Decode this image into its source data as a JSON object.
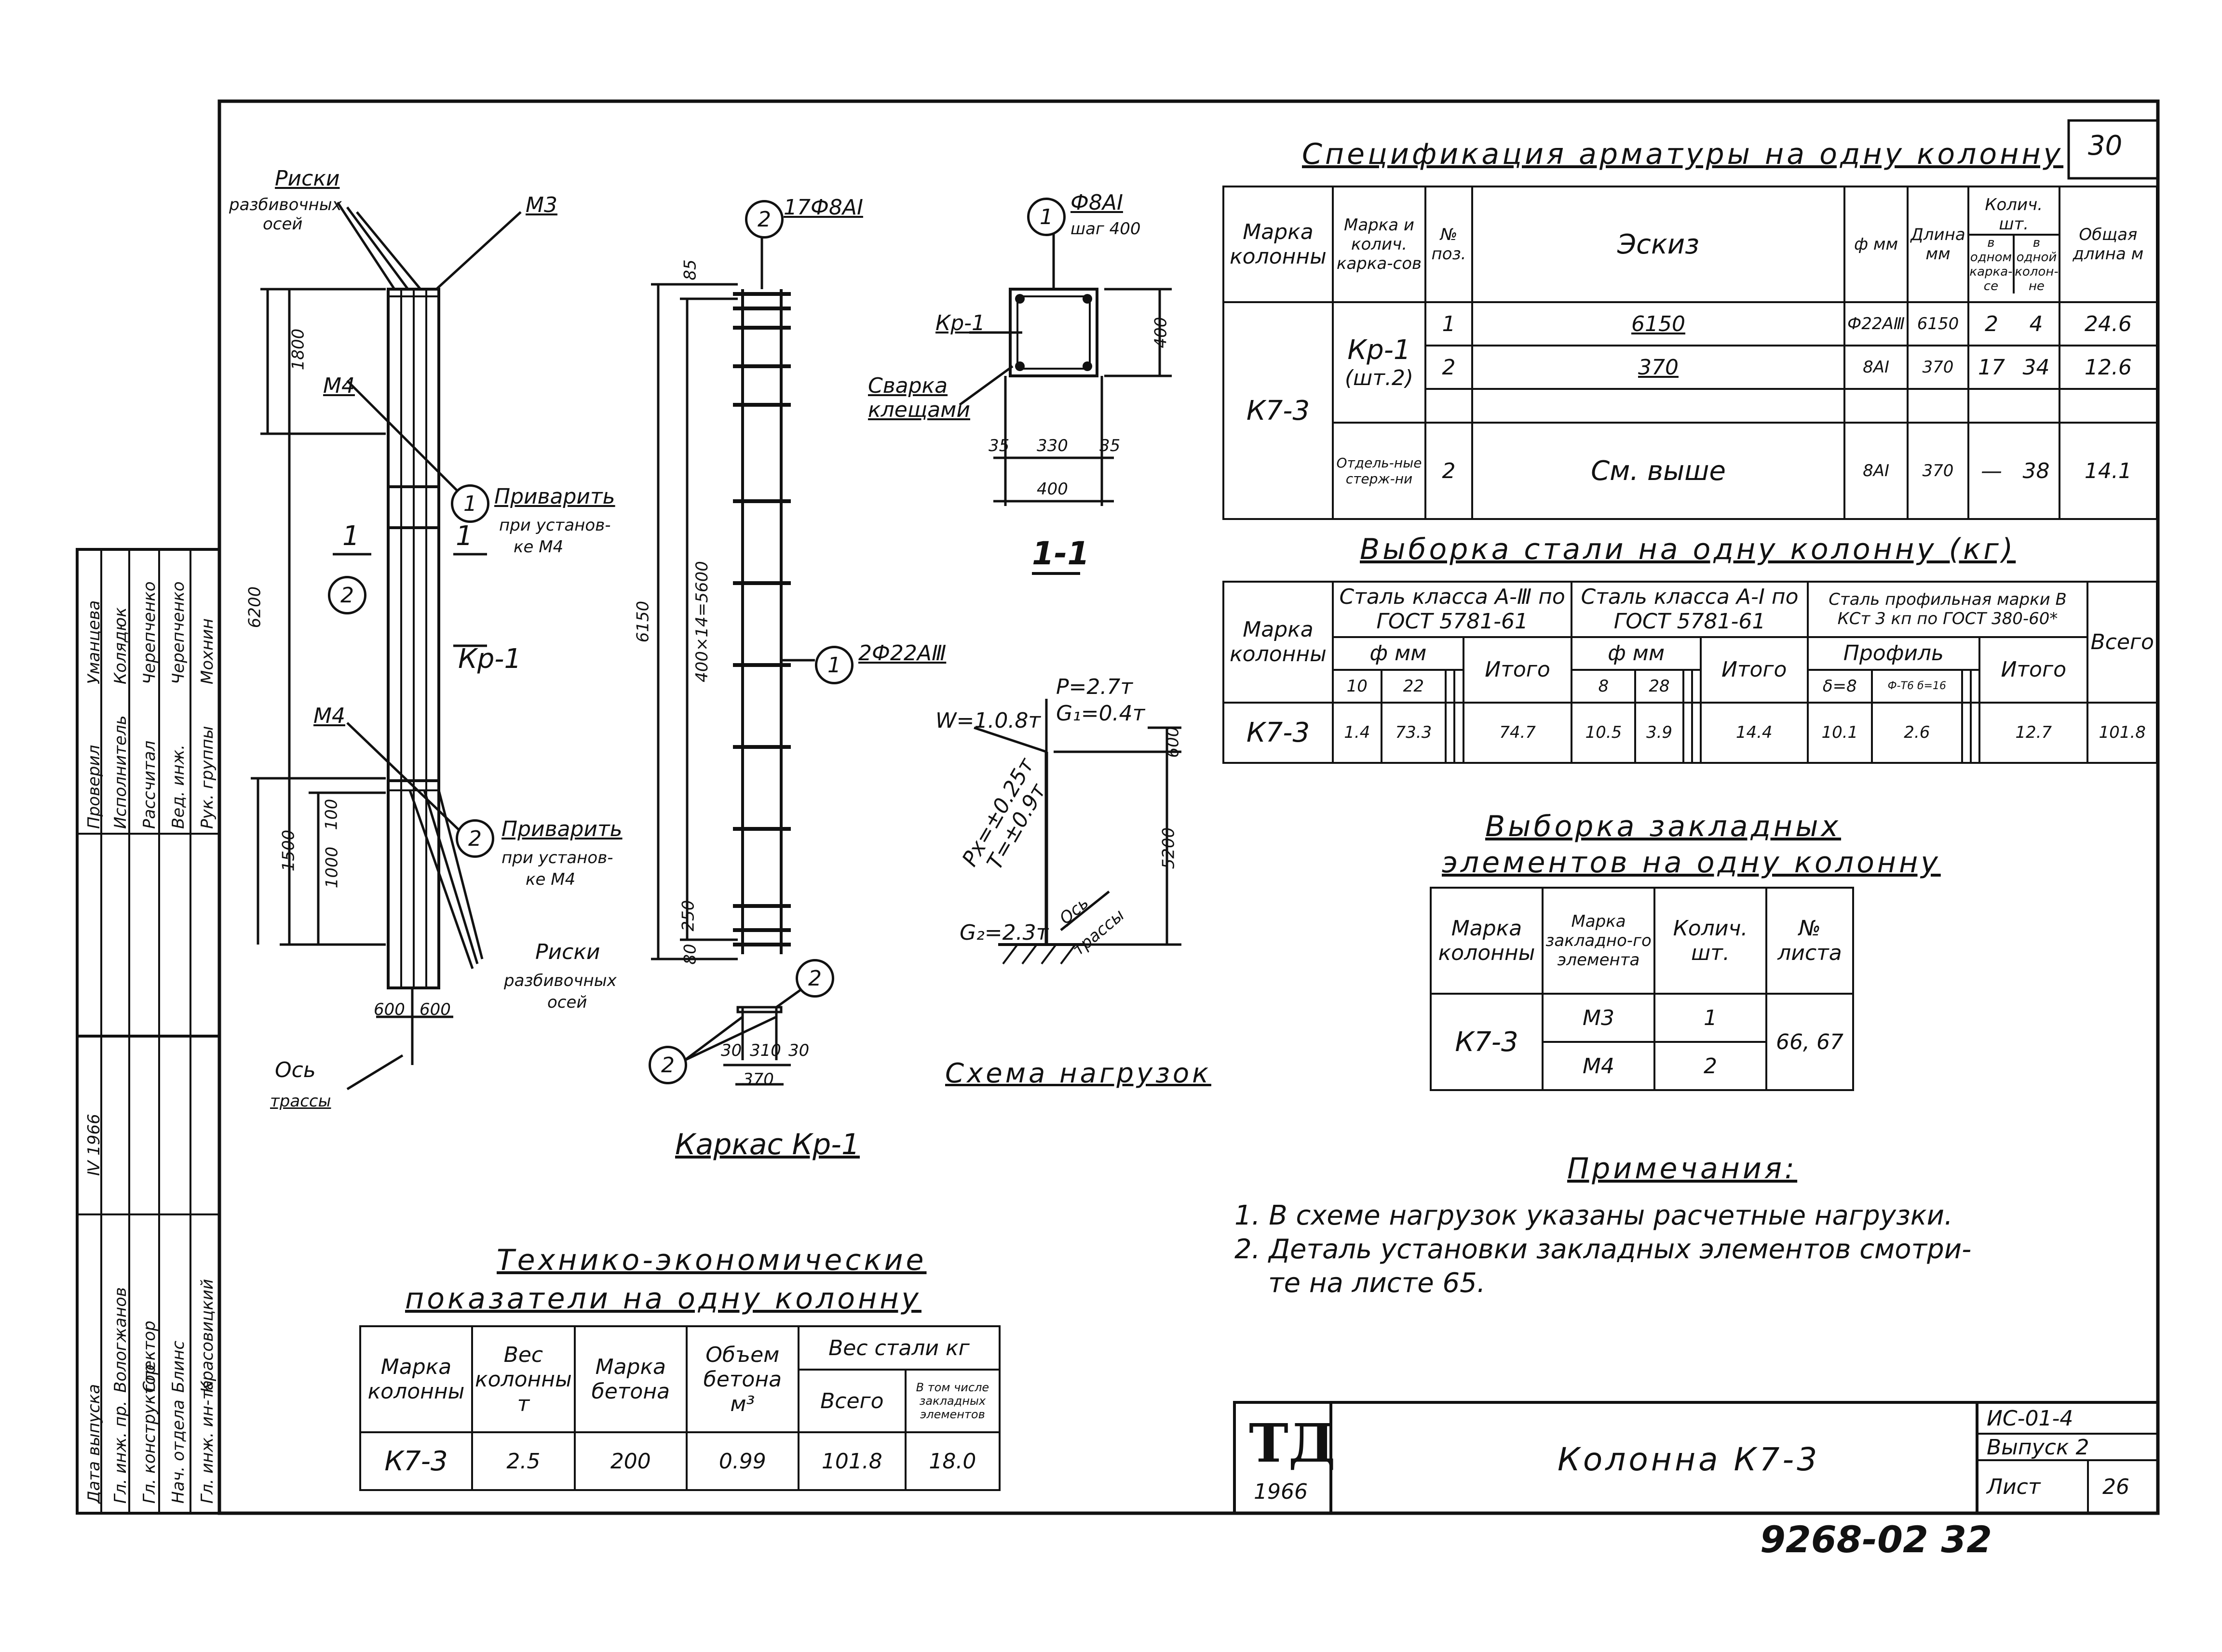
{
  "sheet_number": "30",
  "spec": {
    "title": "Спецификация арматуры на одну колонну",
    "headers": {
      "col_mark": "Марка колонны",
      "frame_mark": "Марка и колич. карка-сов",
      "pos": "№ поз.",
      "sketch": "Эскиз",
      "diam": "ф мм",
      "length": "Длина мм",
      "qty": "Колич. шт.",
      "qty_frame": "в одном карка-се",
      "qty_col": "в одной колон-не",
      "total_len": "Общая длина м"
    },
    "column": "К7-3",
    "frame": "Кр-1",
    "frame_qty": "(шт.2)",
    "rows": [
      {
        "pos": "1",
        "sketch": "6150",
        "diam": "Ф22АⅢ",
        "length": "6150",
        "qf": "2",
        "qc": "4",
        "total": "24.6"
      },
      {
        "pos": "2",
        "sketch": "370",
        "diam": "8АⅠ",
        "length": "370",
        "qf": "17",
        "qc": "34",
        "total": "12.6"
      },
      {
        "pos": "2",
        "sketch": "См. выше",
        "diam": "8АⅠ",
        "length": "370",
        "qf": "—",
        "qc": "38",
        "total": "14.1"
      }
    ],
    "separate": "Отдель-ные стерж-ни"
  },
  "steel": {
    "title": "Выборка стали на одну колонну (кг)",
    "col_mark": "Марка колонны",
    "class3": "Сталь класса А-Ⅲ по ГОСТ 5781-61",
    "class1": "Сталь класса А-Ⅰ по ГОСТ 5781-61",
    "profile": "Сталь профильная марки В КСт 3 кп по ГОСТ 380-60*",
    "phi_mm": "ф мм",
    "profile_label": "Профиль",
    "itogo": "Итого",
    "vsego": "Всего",
    "d10": "10",
    "d22": "22",
    "d8": "8",
    "d28": "28",
    "ps": "δ=8",
    "pt": "Ф-Т6 б=16",
    "row": {
      "mark": "К7-3",
      "v10": "1.4",
      "v22": "73.3",
      "it1": "74.7",
      "v8": "10.5",
      "v28": "3.9",
      "it2": "14.4",
      "vp1": "10.1",
      "vp2": "2.6",
      "it3": "12.7",
      "total": "101.8"
    }
  },
  "embedded": {
    "title1": "Выборка закладных",
    "title2": "элементов на одну колонну",
    "h_col": "Марка колонны",
    "h_el": "Марка закладно-го элемента",
    "h_qty": "Колич. шт.",
    "h_sheet": "№ листа",
    "mark": "К7-3",
    "m3": "М3",
    "q3": "1",
    "m4": "М4",
    "q4": "2",
    "sheets": "66, 67"
  },
  "notes": {
    "title": "Примечания:",
    "n1": "1. В схеме нагрузок указаны расчетные нагрузки.",
    "n2a": "2. Деталь установки закладных элементов смотри-",
    "n2b": "те на листе 65."
  },
  "tech": {
    "title1": "Технико-экономические",
    "title2": "показатели на одну колонну",
    "h_mark": "Марка колонны",
    "h_weight": "Вес колонны т",
    "h_concrete": "Марка бетона",
    "h_volume": "Объем бетона м³",
    "h_steel": "Вес стали кг",
    "h_total": "Всего",
    "h_incl": "В том числе закладных элементов",
    "row": {
      "mark": "К7-3",
      "weight": "2.5",
      "concrete": "200",
      "volume": "0.99",
      "total": "101.8",
      "incl": "18.0"
    }
  },
  "titleblock": {
    "logo": "ТД",
    "year": "1966",
    "name": "Колонна К7-3",
    "series": "ИС-01-4",
    "issue": "Выпуск 2",
    "sheet_label": "Лист",
    "sheet": "26"
  },
  "bottom_number": "9268-02 32",
  "stamp": {
    "r1a": "Рук. группы",
    "r1b": "Мохнин",
    "r2a": "Вед. инж.",
    "r2b": "Черепченко",
    "r3a": "Рассчитал",
    "r3b": "Черепченко",
    "r4a": "Исполнитель",
    "r4b": "Колядюк",
    "r5a": "Проверил",
    "r5b": "Уманцева",
    "r6a": "Гл. инж. ин-та",
    "r6b": "Красовицкий",
    "r7a": "Нач. отдела",
    "r7b": "Блинс",
    "r8a": "Гл. конструктор",
    "r8b": "Спектор",
    "r9a": "Гл. инж. пр.",
    "r9b": "Вологжанов",
    "r10a": "Дата выпуска",
    "r10b": "Ⅳ 1966"
  },
  "drawing": {
    "riski_top1": "Риски",
    "riski_top2": "разбивочных",
    "riski_top3": "осей",
    "m3": "М3",
    "m4a": "М4",
    "m4b": "М4",
    "weld1a": "Приварить",
    "weld1b": "при установ-",
    "weld1c": "ке М4",
    "weld2a": "Приварить",
    "weld2b": "при установ-",
    "weld2c": "ке М4",
    "riski_bot1": "Риски",
    "riski_bot2": "разбивочных",
    "riski_bot3": "осей",
    "axis1": "Ось",
    "axis2": "трассы",
    "sec_left": "1",
    "sec_right": "1",
    "kp": "Кр-1",
    "d_1800": "1800",
    "d_6200": "6200",
    "d_1500": "1500",
    "d_1000": "1000",
    "d_100": "100",
    "d_600a": "600",
    "d_600b": "600",
    "frame_title": "Каркас Кр-1",
    "f_bar2": "17Ф8АⅠ",
    "f_bar1": "2Ф22АⅢ",
    "f_6150": "6150",
    "f_span": "400×14=5600",
    "f_85": "85",
    "f_250": "250",
    "f_80": "80",
    "f_30a": "30",
    "f_310": "310",
    "f_30b": "30",
    "f_370": "370",
    "b1": "1",
    "b2": "2",
    "b3": "2",
    "b4": "2",
    "b5": "1",
    "b6": "2",
    "b7": "2",
    "sec_title": "1-1",
    "s_bar": "Ф8АⅠ",
    "s_step": "шаг 400",
    "s_kp": "Кр-1",
    "s_weld1": "Сварка",
    "s_weld2": "клещами",
    "s_35a": "35",
    "s_330": "330",
    "s_35b": "35",
    "s_400": "400",
    "s_400v": "400",
    "load_title": "Схема нагрузок",
    "l_w": "W=1.0.8т",
    "l_p": "P=2.7т",
    "l_g1": "G₁=0.4т",
    "l_px": "Px=±0.25т",
    "l_t": "T=±0.9т",
    "l_g2": "G₂=2.3т",
    "l_axis1": "Ось",
    "l_axis2": "трассы",
    "l_600": "600",
    "l_5200": "5200"
  }
}
